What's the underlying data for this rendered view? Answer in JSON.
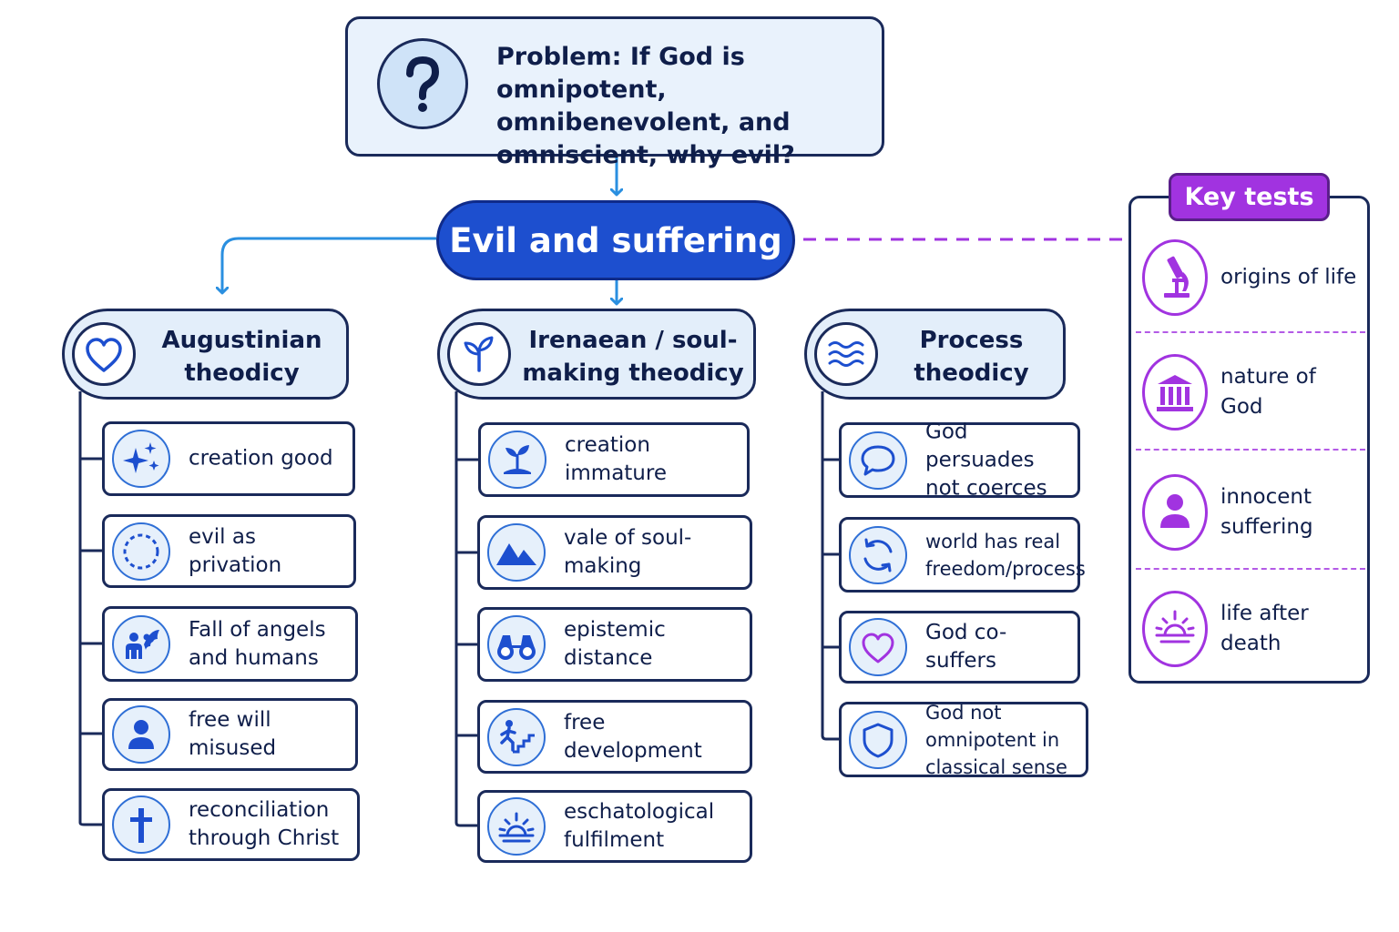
{
  "problem": {
    "icon": "question-icon",
    "text": "Problem: If God is omnipotent, omnibenevolent, and omniscient, why evil?"
  },
  "hub": {
    "label": "Evil and suffering"
  },
  "colors": {
    "navy": "#1a2a5a",
    "blue": "#1d4fcf",
    "connector_blue": "#2a8fe0",
    "purple": "#a133e0",
    "pale_blue": "#edf4fc"
  },
  "theodicies": [
    {
      "title": "Augustinian theodicy",
      "icon": "heart-icon",
      "items": [
        {
          "label": "creation good",
          "icon": "sparkles-icon"
        },
        {
          "label": "evil as privation",
          "icon": "dashed-circle-icon"
        },
        {
          "label": "Fall of angels and humans",
          "icon": "angel-and-human-icon"
        },
        {
          "label": "free will misused",
          "icon": "person-icon"
        },
        {
          "label": "reconciliation through Christ",
          "icon": "cross-icon"
        }
      ]
    },
    {
      "title": "Irenaean / soul-making theodicy",
      "icon": "sprout-icon",
      "items": [
        {
          "label": "creation immature",
          "icon": "seedling-icon"
        },
        {
          "label": "vale of soul-making",
          "icon": "mountains-icon"
        },
        {
          "label": "epistemic distance",
          "icon": "binoculars-icon"
        },
        {
          "label": "free development",
          "icon": "climbing-stairs-icon"
        },
        {
          "label": "eschatological fulfilment",
          "icon": "sunrise-icon"
        }
      ]
    },
    {
      "title": "Process theodicy",
      "icon": "waves-icon",
      "items": [
        {
          "label": "God persuades not coerces",
          "icon": "speech-bubble-icon"
        },
        {
          "label": "world has real freedom/process",
          "icon": "cycle-arrows-icon"
        },
        {
          "label": "God co-suffers",
          "icon": "heart-outline-icon"
        },
        {
          "label": "God not omnipotent in classical sense",
          "icon": "shield-icon"
        }
      ]
    }
  ],
  "key_tests": {
    "title": "Key tests",
    "items": [
      {
        "label": "origins of life",
        "icon": "microscope-icon"
      },
      {
        "label": "nature of God",
        "icon": "temple-icon"
      },
      {
        "label": "innocent suffering",
        "icon": "person-icon"
      },
      {
        "label": "life after death",
        "icon": "sunrise-icon"
      }
    ]
  }
}
